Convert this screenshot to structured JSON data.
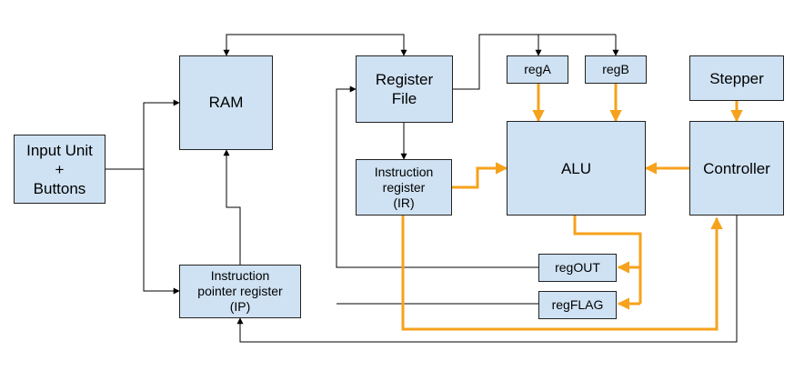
{
  "blocks": {
    "input_unit": [
      "Input Unit",
      "+",
      "Buttons"
    ],
    "ram": "RAM",
    "ip_register": [
      "Instruction",
      "pointer register",
      "(IP)"
    ],
    "register_file": [
      "Register",
      "File"
    ],
    "instruction_register": [
      "Instruction",
      "register",
      "(IR)"
    ],
    "reg_a": "regA",
    "reg_b": "regB",
    "alu": "ALU",
    "stepper": "Stepper",
    "controller": "Controller",
    "reg_out": "regOUT",
    "reg_flag": "regFLAG"
  },
  "colors": {
    "block_fill": "#cfe2f3",
    "control_line": "#f6a21c",
    "data_line": "#000000"
  }
}
